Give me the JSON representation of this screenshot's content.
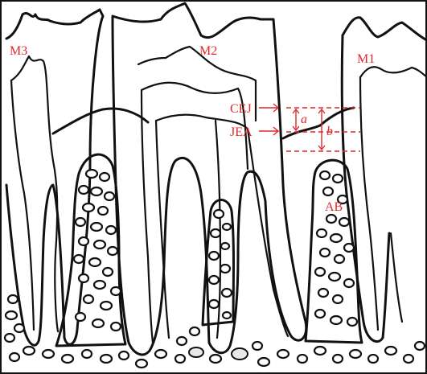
{
  "teeth": {
    "m3": "M3",
    "m2": "M2",
    "m1": "M1"
  },
  "landmarks": {
    "cej": "CEJ",
    "jea": "JEA",
    "ab": "AB"
  },
  "measurements": {
    "a": "a",
    "b": "b"
  },
  "colors": {
    "label": "#e0282c",
    "line": "#111111"
  }
}
